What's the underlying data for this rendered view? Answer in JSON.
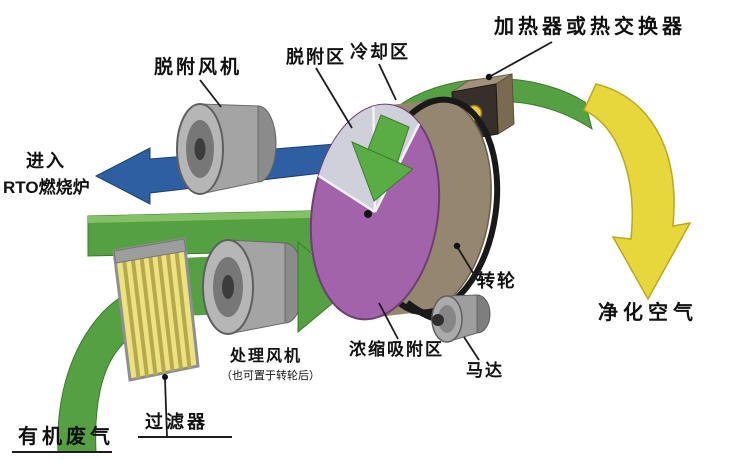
{
  "diagram": {
    "labels": {
      "heater": "加热器或热交换器",
      "desorption_fan": "脱附风机",
      "desorption_zone": "脱附区",
      "cooling_zone": "冷却区",
      "rto_line1": "进入",
      "rto_line2": "RTO燃烧炉",
      "wheel": "转轮",
      "purified_air": "净化空气",
      "processing_fan": "处理风机",
      "processing_fan_note": "（也可置于转轮后）",
      "adsorption_zone": "浓缩吸附区",
      "motor": "马达",
      "filter": "过滤器",
      "organic_waste_gas": "有机废气"
    },
    "colors": {
      "process_air_green": "#55a042",
      "desorption_air_blue": "#2e5fa3",
      "purified_air_yellow": "#e8d73c",
      "wheel_face_purple": "#a263aa",
      "wheel_rim_tan": "#95876f",
      "equipment_gray": "#a8a8a8",
      "filter_yellow": "#ece27f",
      "label_black": "#111111"
    }
  }
}
